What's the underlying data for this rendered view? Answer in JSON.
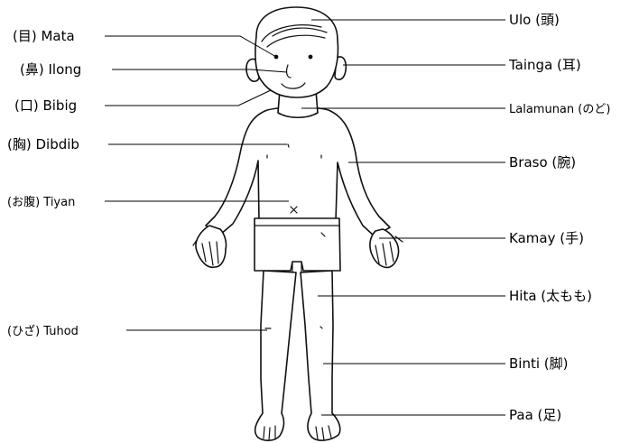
{
  "labels": {
    "left": [
      {
        "id": "eye",
        "text": "(目) Mata"
      },
      {
        "id": "nose",
        "text": "(鼻) Ilong"
      },
      {
        "id": "mouth",
        "text": "(口) Bibig"
      },
      {
        "id": "chest",
        "text": "(胸) Dibdib"
      },
      {
        "id": "belly",
        "text": "(お腹) Tiyan"
      },
      {
        "id": "knee",
        "text": "(ひざ) Tuhod"
      }
    ],
    "right": [
      {
        "id": "head",
        "text": "Ulo (頭)"
      },
      {
        "id": "ear",
        "text": "Tainga (耳)"
      },
      {
        "id": "throat",
        "text": "Lalamunan (のど)"
      },
      {
        "id": "arm",
        "text": "Braso (腕)"
      },
      {
        "id": "hand",
        "text": "Kamay (手)"
      },
      {
        "id": "thigh",
        "text": "Hita (太もも)"
      },
      {
        "id": "leg",
        "text": "Binti (脚)"
      },
      {
        "id": "foot",
        "text": "Paa (足)"
      }
    ]
  }
}
